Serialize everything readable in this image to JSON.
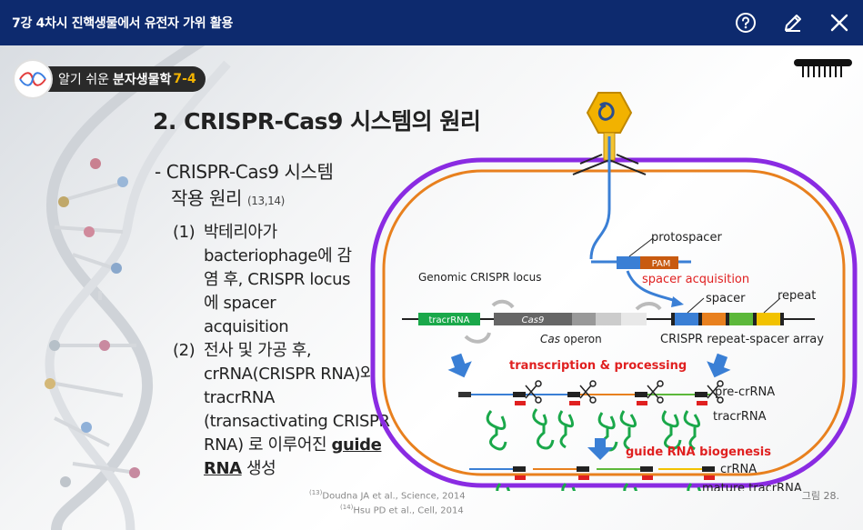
{
  "topbar": {
    "title": "7강 4차시 진핵생물에서 유전자 가위 활용",
    "help_icon": "help-circle-icon",
    "edit_icon": "pencil-icon",
    "close_icon": "close-icon"
  },
  "badge": {
    "part1": "알기 쉬운",
    "part2": "분자생물학",
    "part3": "7-4"
  },
  "slide": {
    "title": "2. CRISPR-Cas9 시스템의 원리",
    "bullet_line1": "- CRISPR-Cas9 시스템",
    "bullet_line2": "작용 원리",
    "bullet_ref": "(13,14)",
    "item1_num": "(1)",
    "item1_text": "박테리아가 bacteriophage에 감염 후, CRISPR locus에 spacer acquisition",
    "item2_num": "(2)",
    "item2_text_a": "전사 및 가공 후, crRNA(CRISPR RNA)와 tracrRNA (transactivating CRISPR RNA) 로 이루어진 ",
    "item2_text_b": "guide RNA",
    "item2_text_c": " 생성",
    "ref1_num": "(13)",
    "ref1": "Doudna JA et al., Science, 2014",
    "ref2_num": "(14)",
    "ref2": "Hsu PD et al., Cell, 2014",
    "figure_label": "그림 28."
  },
  "diagram": {
    "protospacer": "protospacer",
    "pam": "PAM",
    "spacer_acquisition": "spacer acquisition",
    "genomic_locus": "Genomic CRISPR locus",
    "spacer": "spacer",
    "repeat": "repeat",
    "tracrrna_gene": "tracrRNA",
    "cas9": "Cas9",
    "cas_operon_a": "Cas",
    "cas_operon_b": " operon",
    "array": "CRISPR repeat-spacer array",
    "transcription": "transcription & processing",
    "pre_crrna": "pre-crRNA",
    "tracrrna": "tracrRNA",
    "biogenesis": "guide RNA biogenesis",
    "crrna": "crRNA",
    "mature_tracrrna": "mature tracrRNA"
  },
  "colors": {
    "topbar": "#0d2a6e",
    "cell_outer": "#8a2be2",
    "cell_inner": "#e8801e",
    "red_label": "#e02020",
    "green_rna": "#1aa84a",
    "arrow_blue": "#3a7fd5"
  }
}
